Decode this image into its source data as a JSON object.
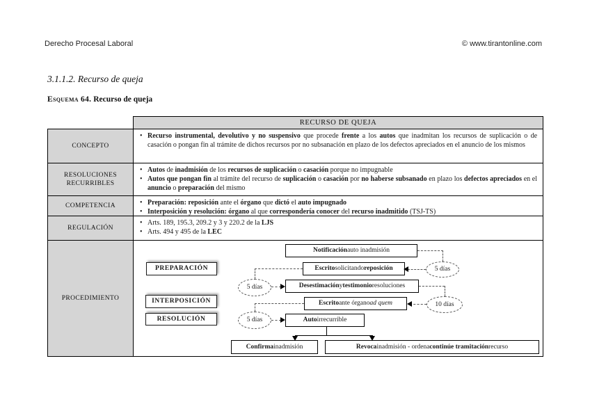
{
  "page": {
    "header_left": "Derecho Procesal Laboral",
    "header_right": "© www.tirantonline.com",
    "section_title": "3.1.1.2. Recurso de queja",
    "schema_label": "Esquema 64.",
    "schema_title": "Recurso de queja"
  },
  "table": {
    "title": "RECURSO DE QUEJA",
    "rows": [
      {
        "label": "CONCEPTO",
        "bullets": [
          [
            {
              "t": "Recurso instrumental, devolutivo y no suspensivo",
              "b": true
            },
            {
              "t": " que procede "
            },
            {
              "t": "frente",
              "b": true
            },
            {
              "t": " a los "
            },
            {
              "t": "autos",
              "b": true
            },
            {
              "t": " que inadmitan los recursos de suplicación o de casación o pongan fin al trámite de dichos recursos por no subsanación en plazo de los defectos apreciados en el anuncio de los mismos"
            }
          ]
        ]
      },
      {
        "label": "RESOLUCIONES RECURRIBLES",
        "bullets": [
          [
            {
              "t": "Autos",
              "b": true
            },
            {
              "t": " de "
            },
            {
              "t": "inadmisión",
              "b": true
            },
            {
              "t": " de los "
            },
            {
              "t": "recursos de suplicación",
              "b": true
            },
            {
              "t": " o "
            },
            {
              "t": "casación",
              "b": true
            },
            {
              "t": " porque no impugnable"
            }
          ],
          [
            {
              "t": "Autos que pongan fin",
              "b": true
            },
            {
              "t": " al trámite del recurso de "
            },
            {
              "t": "suplicación",
              "b": true
            },
            {
              "t": " o "
            },
            {
              "t": "casación",
              "b": true
            },
            {
              "t": " por "
            },
            {
              "t": "no haberse subsanado",
              "b": true
            },
            {
              "t": " en plazo los "
            },
            {
              "t": "defectos apreciados",
              "b": true
            },
            {
              "t": " en el "
            },
            {
              "t": "anuncio",
              "b": true
            },
            {
              "t": " o "
            },
            {
              "t": "preparación",
              "b": true
            },
            {
              "t": " del mismo"
            }
          ]
        ]
      },
      {
        "label": "COMPETENCIA",
        "bullets": [
          [
            {
              "t": "Preparación: reposición",
              "b": true
            },
            {
              "t": " ante el "
            },
            {
              "t": "órgano",
              "b": true
            },
            {
              "t": " que "
            },
            {
              "t": "dictó",
              "b": true
            },
            {
              "t": " el "
            },
            {
              "t": "auto impugnado",
              "b": true
            }
          ],
          [
            {
              "t": "Interposición y resolución: órgano",
              "b": true
            },
            {
              "t": " al que "
            },
            {
              "t": "correspondería conocer",
              "b": true
            },
            {
              "t": " del "
            },
            {
              "t": "recurso inadmitido",
              "b": true
            },
            {
              "t": " (TSJ-TS)"
            }
          ]
        ]
      },
      {
        "label": "REGULACIÓN",
        "bullets": [
          [
            {
              "t": "Arts. 189, 195.3, 209.2 y 3 y 220.2 de la "
            },
            {
              "t": "LJS",
              "b": true
            }
          ],
          [
            {
              "t": "Arts. 494 y 495 de la "
            },
            {
              "t": "LEC",
              "b": true
            }
          ]
        ]
      },
      {
        "label": "PROCEDIMIENTO"
      }
    ]
  },
  "flow": {
    "stages": [
      {
        "label": "PREPARACIÓN"
      },
      {
        "label": "INTERPOSICIÓN"
      },
      {
        "label": "RESOLUCIÓN"
      }
    ],
    "nodes": {
      "notificacion": [
        {
          "t": "Notificación",
          "b": true
        },
        {
          "t": " auto inadmisión"
        }
      ],
      "escrito_reposicion": [
        {
          "t": "Escrito",
          "b": true
        },
        {
          "t": " solicitando "
        },
        {
          "t": "reposición",
          "b": true
        }
      ],
      "desestimacion": [
        {
          "t": "Desestimación",
          "b": true
        },
        {
          "t": " y "
        },
        {
          "t": "testimonio",
          "b": true
        },
        {
          "t": " resoluciones"
        }
      ],
      "escrito_ad_quem": [
        {
          "t": "Escrito",
          "b": true
        },
        {
          "t": " ante órgano "
        },
        {
          "t": "ad quem",
          "i": true
        }
      ],
      "auto_irrecurrible": [
        {
          "t": "Auto",
          "b": true
        },
        {
          "t": " irrecurrible"
        }
      ],
      "confirma": [
        {
          "t": "Confirma",
          "b": true
        },
        {
          "t": " inadmisión"
        }
      ],
      "revoca": [
        {
          "t": "Revoca",
          "b": true
        },
        {
          "t": " inadmisión - ordena "
        },
        {
          "t": "continúe tramitación",
          "b": true
        },
        {
          "t": " recurso"
        }
      ]
    },
    "timers": {
      "reposicion": "5 días",
      "desestimacion": "5 días",
      "ad_quem": "10 días",
      "auto": "5 días"
    }
  }
}
